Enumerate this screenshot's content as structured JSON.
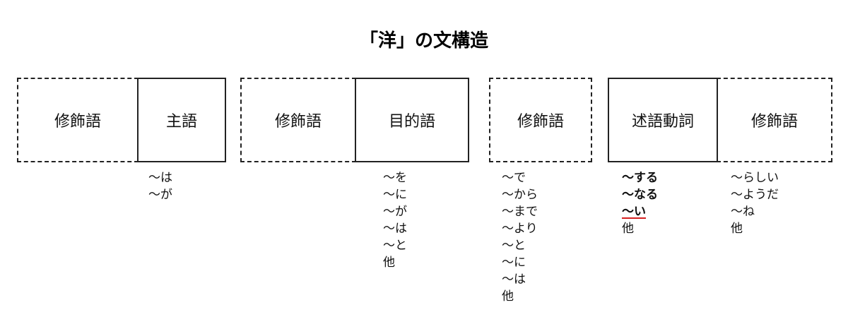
{
  "title": "「洋」の文構造",
  "labels": {
    "modifier": "修飾語",
    "subject": "主語",
    "object": "目的語",
    "predicate": "述語動詞"
  },
  "particles": {
    "subject": [
      "～は",
      "～が"
    ],
    "object": [
      "～を",
      "～に",
      "～が",
      "～は",
      "～と",
      "他"
    ],
    "modifier_adverbial": [
      "～で",
      "～から",
      "～まで",
      "～より",
      "～と",
      "～に",
      "～は",
      "他"
    ],
    "predicate": [
      "～する",
      "～なる",
      "～い",
      "他"
    ],
    "modifier_final": [
      "～らしい",
      "～ようだ",
      "～ね",
      "他"
    ]
  },
  "colors": {
    "border": "#222222",
    "underline": "#d62020"
  }
}
